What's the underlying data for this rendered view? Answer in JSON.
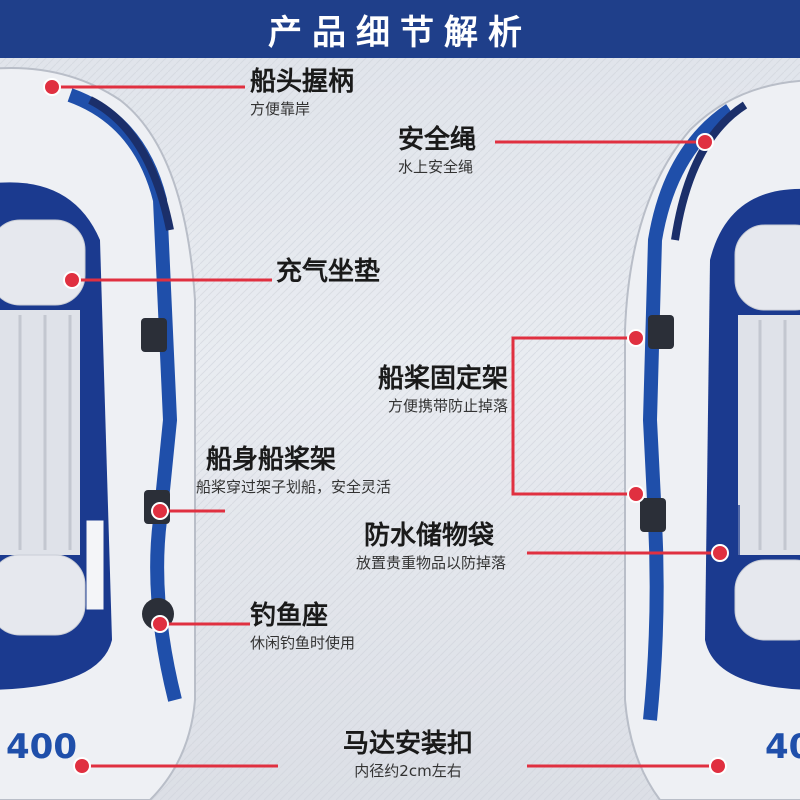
{
  "header": {
    "title": "产品细节解析"
  },
  "colors": {
    "header_bg": "#1f3f8a",
    "leader_line": "#e03040",
    "boat_blue": "#1f4faa",
    "boat_navy": "#1b2f6a",
    "boat_white": "#eef0f4"
  },
  "boat_left": {
    "model_number": "400"
  },
  "boat_right": {
    "model_number": "40"
  },
  "features": [
    {
      "title": "船头握柄",
      "subtitle": "方便靠岸"
    },
    {
      "title": "安全绳",
      "subtitle": "水上安全绳"
    },
    {
      "title": "充气坐垫",
      "subtitle": ""
    },
    {
      "title": "船桨固定架",
      "subtitle": "方便携带防止掉落"
    },
    {
      "title": "船身船桨架",
      "subtitle": "船桨穿过架子划船，安全灵活"
    },
    {
      "title": "防水储物袋",
      "subtitle": "放置贵重物品以防掉落"
    },
    {
      "title": "钓鱼座",
      "subtitle": "休闲钓鱼时使用"
    },
    {
      "title": "马达安装扣",
      "subtitle": "内径约2cm左右"
    }
  ]
}
